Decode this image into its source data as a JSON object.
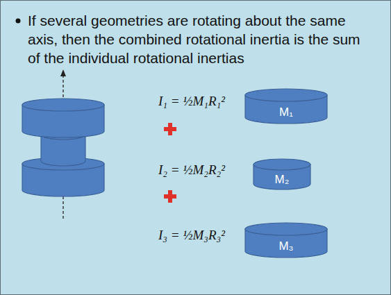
{
  "diagram": {
    "nodes": [
      {
        "text": [
          "M₁"
        ]
      },
      {
        "text": [
          "M₂"
        ]
      },
      {
        "text": [
          "M₃"
        ]
      }
    ],
    "labels": [
      "If several geometries are rotating about the same axis, then the combined rotational inertia is the sum of the individual rotational inertias",
      "I₁ = ½M₁R₁²",
      "I₂ = ½M₂R₂²",
      "I₃ = ½M₃R₃²"
    ]
  }
}
